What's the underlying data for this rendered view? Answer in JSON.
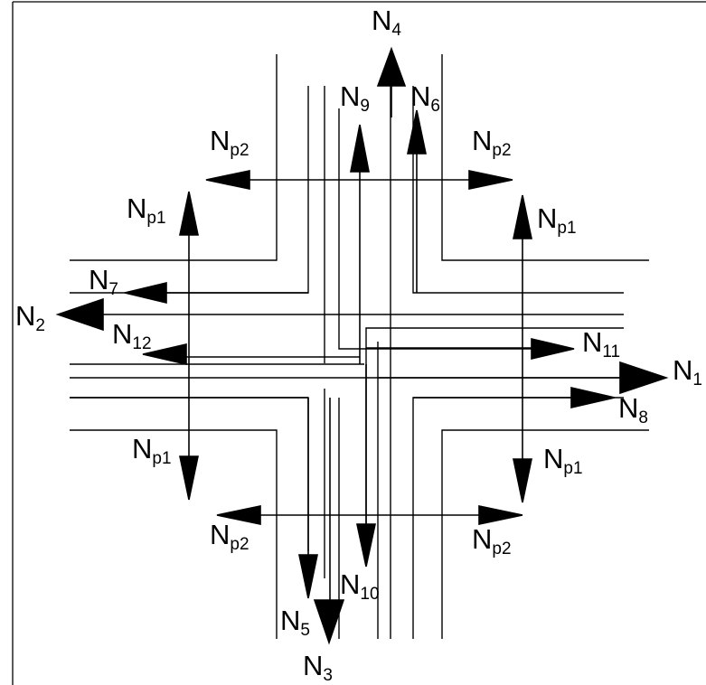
{
  "labels": {
    "N1": {
      "main": "N",
      "sub": "1"
    },
    "N2": {
      "main": "N",
      "sub": "2"
    },
    "N3": {
      "main": "N",
      "sub": "3"
    },
    "N4": {
      "main": "N",
      "sub": "4"
    },
    "N5": {
      "main": "N",
      "sub": "5"
    },
    "N6": {
      "main": "N",
      "sub": "6"
    },
    "N7": {
      "main": "N",
      "sub": "7"
    },
    "N8": {
      "main": "N",
      "sub": "8"
    },
    "N9": {
      "main": "N",
      "sub": "9"
    },
    "N10": {
      "main": "N",
      "sub": "10"
    },
    "N11": {
      "main": "N",
      "sub": "11"
    },
    "N12": {
      "main": "N",
      "sub": "12"
    },
    "Np1": {
      "main": "N",
      "sub": "p1"
    },
    "Np2": {
      "main": "N",
      "sub": "p2"
    }
  }
}
